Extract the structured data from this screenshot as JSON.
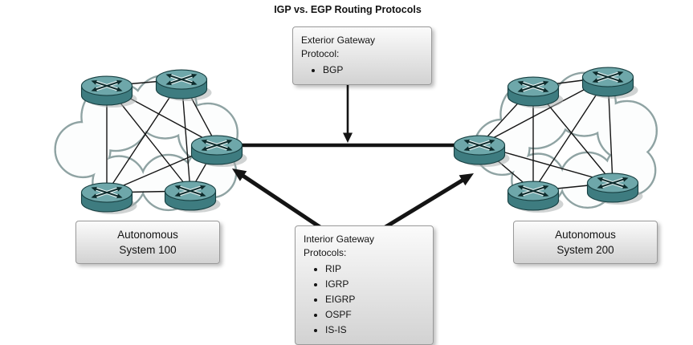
{
  "title": "IGP vs. EGP Routing Protocols",
  "egp_box": {
    "heading_line1": "Exterior Gateway",
    "heading_line2": "Protocol:",
    "items": [
      "BGP"
    ]
  },
  "igp_box": {
    "heading_line1": "Interior Gateway",
    "heading_line2": "Protocols:",
    "items": [
      "RIP",
      "IGRP",
      "EIGRP",
      "OSPF",
      "IS-IS"
    ]
  },
  "autonomous_system_left": {
    "line1": "Autonomous",
    "line2": "System 100"
  },
  "autonomous_system_right": {
    "line1": "Autonomous",
    "line2": "System 200"
  },
  "colors": {
    "router_body": "#3e7c80",
    "router_top": "#6ea7aa",
    "router_outline": "#173f41",
    "cloud_outline": "#8fa3a3",
    "connector": "#141414",
    "box_border": "#9a9a9a",
    "box_gradient_top": "#fbfbfb",
    "box_gradient_bottom": "#d2d2d2"
  }
}
